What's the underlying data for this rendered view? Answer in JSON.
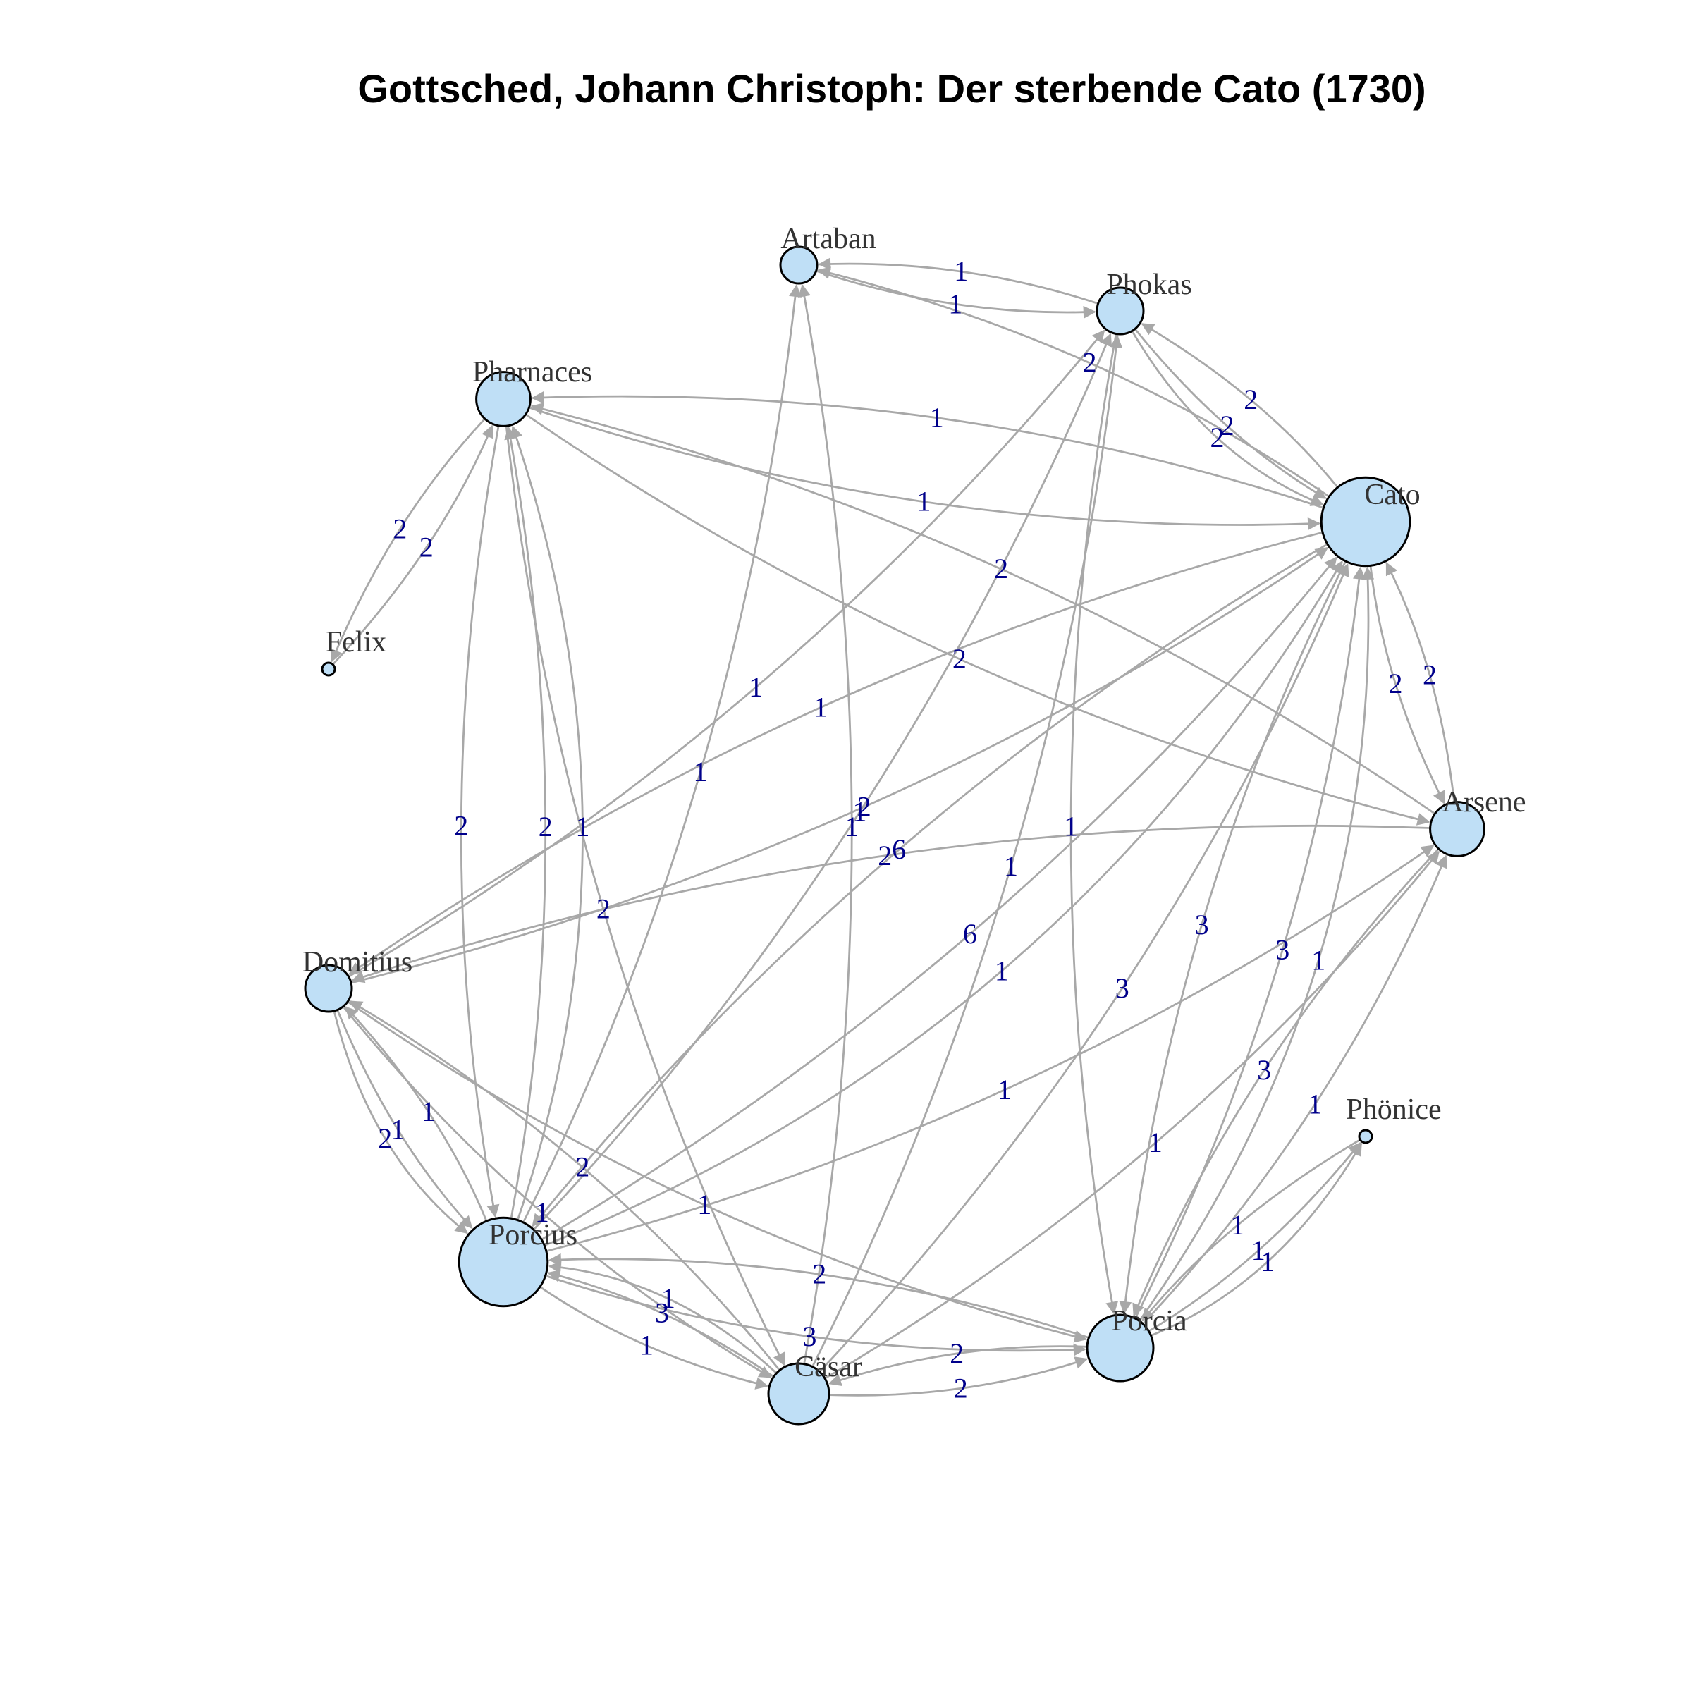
{
  "title": "Gottsched, Johann Christoph: Der sterbende Cato (1730)",
  "colors": {
    "node_fill": "#bfdff6",
    "node_stroke": "#000000",
    "edge": "#a8a8a8",
    "edge_label": "#00008b",
    "node_label": "#333333"
  },
  "nodes": [
    {
      "id": "Artaban",
      "label": "Artaban",
      "weight": 1
    },
    {
      "id": "Phokas",
      "label": "Phokas",
      "weight": 2
    },
    {
      "id": "Pharnaces",
      "label": "Pharnaces",
      "weight": 3
    },
    {
      "id": "Felix",
      "label": "Felix",
      "weight": 0
    },
    {
      "id": "Cato",
      "label": "Cato",
      "weight": 10
    },
    {
      "id": "Arsene",
      "label": "Arsene",
      "weight": 3
    },
    {
      "id": "Domitius",
      "label": "Domitius",
      "weight": 2
    },
    {
      "id": "Phönice",
      "label": "Phönice",
      "weight": 0
    },
    {
      "id": "Porcius",
      "label": "Porcius",
      "weight": 10
    },
    {
      "id": "Porcia",
      "label": "Porcia",
      "weight": 5
    },
    {
      "id": "Cäsar",
      "label": "Cäsar",
      "weight": 4
    }
  ],
  "edges": [
    {
      "from": "Artaban",
      "to": "Phokas",
      "label": "1"
    },
    {
      "from": "Phokas",
      "to": "Artaban",
      "label": "1"
    },
    {
      "from": "Felix",
      "to": "Pharnaces",
      "label": "2"
    },
    {
      "from": "Pharnaces",
      "to": "Felix",
      "label": "2"
    },
    {
      "from": "Phokas",
      "to": "Cato",
      "label": "2"
    },
    {
      "from": "Cato",
      "to": "Phokas",
      "label": "2"
    },
    {
      "from": "Phokas",
      "to": "Cato",
      "label": "2"
    },
    {
      "from": "Cato",
      "to": "Artaban",
      "label": "2"
    },
    {
      "from": "Pharnaces",
      "to": "Cato",
      "label": "1"
    },
    {
      "from": "Cato",
      "to": "Pharnaces",
      "label": "1"
    },
    {
      "from": "Arsene",
      "to": "Pharnaces",
      "label": "2"
    },
    {
      "from": "Pharnaces",
      "to": "Arsene",
      "label": "2"
    },
    {
      "from": "Cato",
      "to": "Arsene",
      "label": "2"
    },
    {
      "from": "Arsene",
      "to": "Cato",
      "label": "2"
    },
    {
      "from": "Porcius",
      "to": "Artaban",
      "label": "1"
    },
    {
      "from": "Cäsar",
      "to": "Artaban",
      "label": "1"
    },
    {
      "from": "Domitius",
      "to": "Phokas",
      "label": "1"
    },
    {
      "from": "Porcius",
      "to": "Phokas",
      "label": "1"
    },
    {
      "from": "Porcius",
      "to": "Pharnaces",
      "label": "2"
    },
    {
      "from": "Pharnaces",
      "to": "Porcius",
      "label": "2"
    },
    {
      "from": "Porcius",
      "to": "Pharnaces",
      "label": "1"
    },
    {
      "from": "Domitius",
      "to": "Cato",
      "label": "2"
    },
    {
      "from": "Cato",
      "to": "Domitius",
      "label": "1"
    },
    {
      "from": "Porcius",
      "to": "Cato",
      "label": "6"
    },
    {
      "from": "Cato",
      "to": "Porcius",
      "label": "6"
    },
    {
      "from": "Cäsar",
      "to": "Phokas",
      "label": "1"
    },
    {
      "from": "Phokas",
      "to": "Porcia",
      "label": "1"
    },
    {
      "from": "Porcia",
      "to": "Cato",
      "label": "3"
    },
    {
      "from": "Cato",
      "to": "Porcia",
      "label": "3"
    },
    {
      "from": "Cäsar",
      "to": "Cato",
      "label": "3"
    },
    {
      "from": "Arsene",
      "to": "Domitius",
      "label": "2"
    },
    {
      "from": "Porcius",
      "to": "Arsene",
      "label": "1"
    },
    {
      "from": "Porcia",
      "to": "Arsene",
      "label": "1"
    },
    {
      "from": "Arsene",
      "to": "Porcia",
      "label": "3"
    },
    {
      "from": "Domitius",
      "to": "Porcius",
      "label": "1"
    },
    {
      "from": "Porcius",
      "to": "Domitius",
      "label": "1"
    },
    {
      "from": "Domitius",
      "to": "Porcius",
      "label": "2"
    },
    {
      "from": "Domitius",
      "to": "Cäsar",
      "label": "1"
    },
    {
      "from": "Cäsar",
      "to": "Domitius",
      "label": "2"
    },
    {
      "from": "Domitius",
      "to": "Porcia",
      "label": "1"
    },
    {
      "from": "Porcius",
      "to": "Porcia",
      "label": "3"
    },
    {
      "from": "Porcia",
      "to": "Porcius",
      "label": "2"
    },
    {
      "from": "Porcia",
      "to": "Phönice",
      "label": "1"
    },
    {
      "from": "Phönice",
      "to": "Porcia",
      "label": "1"
    },
    {
      "from": "Porcia",
      "to": "Phönice",
      "label": "1"
    },
    {
      "from": "Porcius",
      "to": "Cäsar",
      "label": "1"
    },
    {
      "from": "Cäsar",
      "to": "Porcius",
      "label": "3"
    },
    {
      "from": "Cäsar",
      "to": "Porcius",
      "label": "1"
    },
    {
      "from": "Cäsar",
      "to": "Porcia",
      "label": "2"
    },
    {
      "from": "Porcia",
      "to": "Cäsar",
      "label": "2"
    },
    {
      "from": "Cäsar",
      "to": "Arsene",
      "label": "1"
    },
    {
      "from": "Porcia",
      "to": "Cato",
      "label": "1"
    },
    {
      "from": "Pharnaces",
      "to": "Cäsar",
      "label": "2"
    },
    {
      "from": "Porcius",
      "to": "Cato",
      "label": "1"
    }
  ]
}
